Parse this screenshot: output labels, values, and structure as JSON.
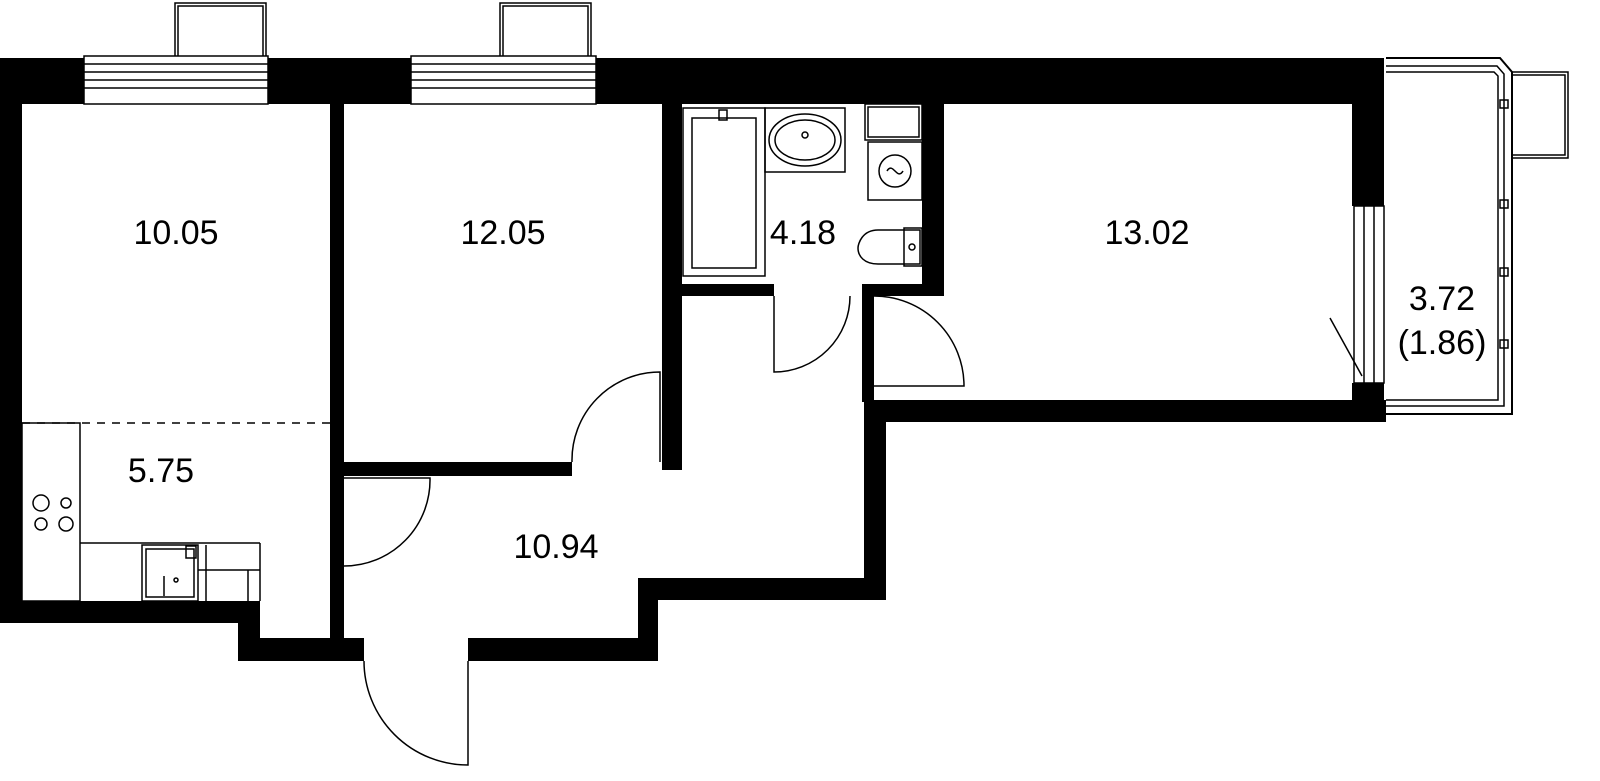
{
  "plan": {
    "rooms": [
      {
        "id": "bedroom-left",
        "area": "10.05"
      },
      {
        "id": "bedroom-middle",
        "area": "12.05"
      },
      {
        "id": "bathroom",
        "area": "4.18"
      },
      {
        "id": "living-room",
        "area": "13.02"
      },
      {
        "id": "kitchen",
        "area": "5.75"
      },
      {
        "id": "hallway",
        "area": "10.94"
      },
      {
        "id": "balcony",
        "area": "3.72",
        "area_reduced": "(1.86)"
      }
    ],
    "colors": {
      "walls": "#000000",
      "background": "#ffffff"
    }
  }
}
